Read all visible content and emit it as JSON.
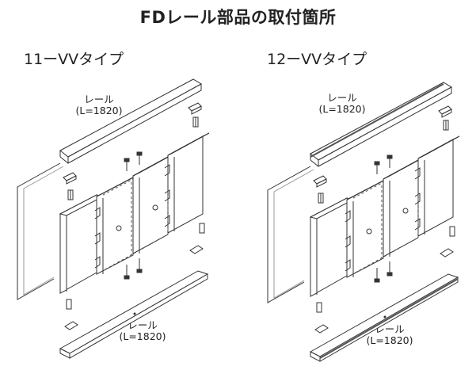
{
  "title": "FDレール部品の取付箇所",
  "left": {
    "type_label": "11ーVVタイプ",
    "top_rail_label": "レール",
    "top_rail_length": "(L=1820)",
    "bottom_rail_label": "レール",
    "bottom_rail_length": "(L=1820)"
  },
  "right": {
    "type_label": "12ーVVタイプ",
    "top_rail_label": "レール",
    "top_rail_length": "(L=1820)",
    "bottom_rail_label": "レール",
    "bottom_rail_length": "(L=1820)"
  },
  "colors": {
    "line": "#333333",
    "frame_inner": "#9a9a9a",
    "hidden_line": "#555555"
  }
}
